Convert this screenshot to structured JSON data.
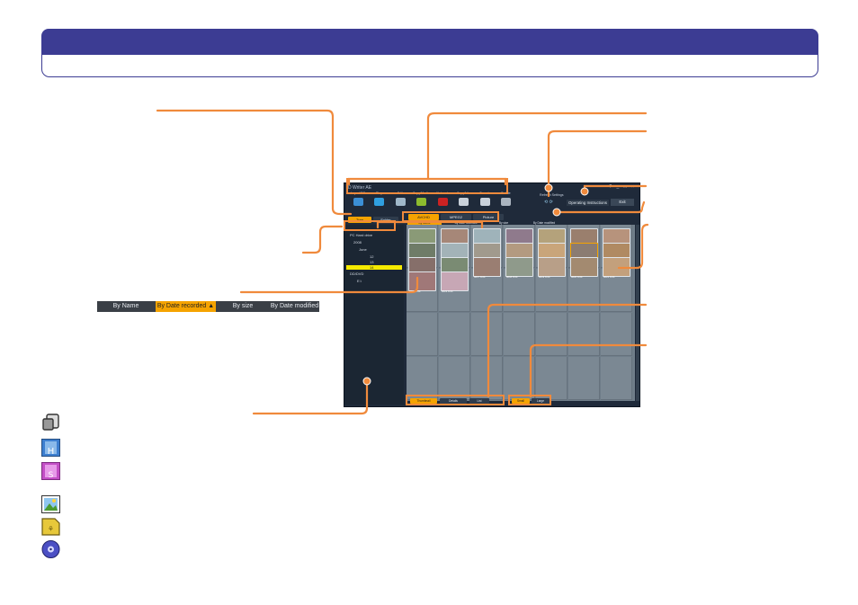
{
  "app": {
    "title": "D Writer AE",
    "window_controls": "? _ □ ×",
    "toolbar": [
      {
        "label": "Import/PC",
        "icon": "import-icon",
        "color": "#3b8fd6"
      },
      {
        "label": "Play",
        "icon": "play-icon",
        "color": "#2f9fe0"
      },
      {
        "label": "Edit",
        "icon": "edit-icon",
        "color": "#9fb7c9"
      },
      {
        "label": "Copy/Media",
        "icon": "copy-media-icon",
        "color": "#8dbb2e"
      },
      {
        "label": "Network",
        "icon": "network-icon",
        "color": "#cc2222"
      },
      {
        "label": "Copy/Lite",
        "icon": "camera-icon",
        "color": "#c9d1da"
      },
      {
        "label": "Search",
        "icon": "search-icon",
        "color": "#c9d1da"
      },
      {
        "label": "Delete",
        "icon": "trash-icon",
        "color": "#aab4bf"
      }
    ],
    "refresh_label": "Refresh Settings",
    "operating_instructions": "Operating Instructions",
    "exit_label": "Exit",
    "view_tabs": [
      "Tree",
      "Folder"
    ],
    "media_tabs": [
      "AVCHD",
      "MPEG2",
      "Picture"
    ],
    "grid_sort_tabs": [
      "By Name",
      "By Date recorded",
      "By size",
      "By Date modified"
    ],
    "tree_items": [
      "PC Hard drive",
      "2008",
      "June",
      "12",
      "13",
      "14",
      "DD/DVD",
      "E:\\"
    ],
    "thumbnails": [
      {
        "label": "0001 8.04",
        "color": "#8a9a77"
      },
      {
        "label": "0002 8.04",
        "color": "#a68778"
      },
      {
        "label": "0003 8.04",
        "color": "#9fb3ba"
      },
      {
        "label": "0004 8.04",
        "color": "#8f7a8c"
      },
      {
        "label": "0005 8.04",
        "color": "#b4a27b"
      },
      {
        "label": "0006 8.04",
        "color": "#9a7f6d"
      },
      {
        "label": "0007 8.04",
        "color": "#b7937c"
      },
      {
        "label": "0008 8.04",
        "color": "#6f7c68"
      },
      {
        "label": "0009 8.04",
        "color": "#a3b3b8"
      },
      {
        "label": "0010 8.04",
        "color": "#a19a8d"
      },
      {
        "label": "0011 8.04",
        "color": "#b39a80"
      },
      {
        "label": "0012 8.04",
        "color": "#c9a57a"
      },
      {
        "label": "0013 8.04",
        "color": "#8b7c72"
      },
      {
        "label": "0014 8.04",
        "color": "#b08a62"
      },
      {
        "label": "0015 8.04",
        "color": "#866f6a"
      },
      {
        "label": "0016 8.04",
        "color": "#7a8b73"
      },
      {
        "label": "0017 8.04",
        "color": "#9a7e72"
      },
      {
        "label": "0018 8.04",
        "color": "#8f9a8b"
      },
      {
        "label": "0019 8.04",
        "color": "#b89f88"
      },
      {
        "label": "0020 8.04",
        "color": "#a38a70"
      },
      {
        "label": "0021 8.04",
        "color": "#c3a07c"
      },
      {
        "label": "0022 8.04",
        "color": "#a07878"
      },
      {
        "label": "0023 8.04",
        "color": "#c7a7b5"
      }
    ],
    "display_tabs": [
      "Thumbnail",
      "Details",
      "List"
    ],
    "size_tabs": [
      "Small",
      "Large"
    ]
  },
  "sort_bar": [
    "By Name",
    "By Date recorded",
    "By size",
    "By Date modified"
  ],
  "colors": {
    "title_bar": "#3c3c93",
    "callout": "#f08a3c",
    "app_bg": "#1f2a3a",
    "grid_bg": "#6f7d89",
    "highlight": "#f5a300",
    "selection": "#f5ea00"
  },
  "legend_icons": [
    "copy-disc-icon",
    "hd-mode-icon",
    "standard-mode-icon",
    "picture-icon",
    "sd-card-icon",
    "dvd-disc-icon"
  ]
}
